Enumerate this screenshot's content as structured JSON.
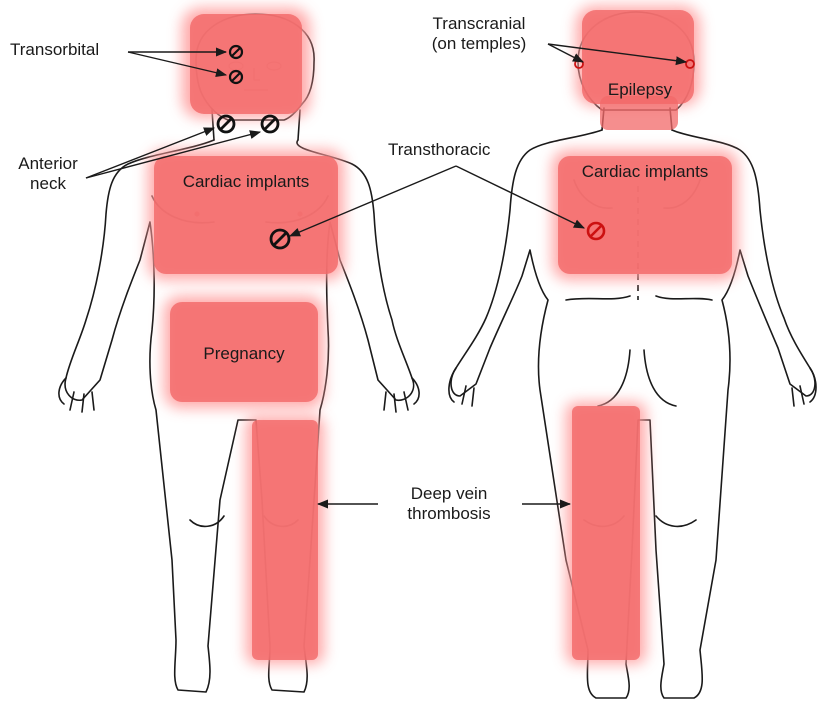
{
  "colors": {
    "zone_fill": "#f26868",
    "zone_glow": "#ff9a9a",
    "outline": "#1a1a1a",
    "symbol": "#cc1111"
  },
  "labels": {
    "transorbital": "Transorbital",
    "anterior_neck_line1": "Anterior",
    "anterior_neck_line2": "neck",
    "transcranial_line1": "Transcranial",
    "transcranial_line2": "(on temples)",
    "epilepsy": "Epilepsy",
    "transthoracic": "Transthoracic",
    "cardiac_front": "Cardiac implants",
    "cardiac_back": "Cardiac implants",
    "pregnancy": "Pregnancy",
    "dvt_line1": "Deep vein",
    "dvt_line2": "thrombosis"
  },
  "icons": {
    "prohibited": "prohibited-icon",
    "arrow": "arrow-icon"
  }
}
